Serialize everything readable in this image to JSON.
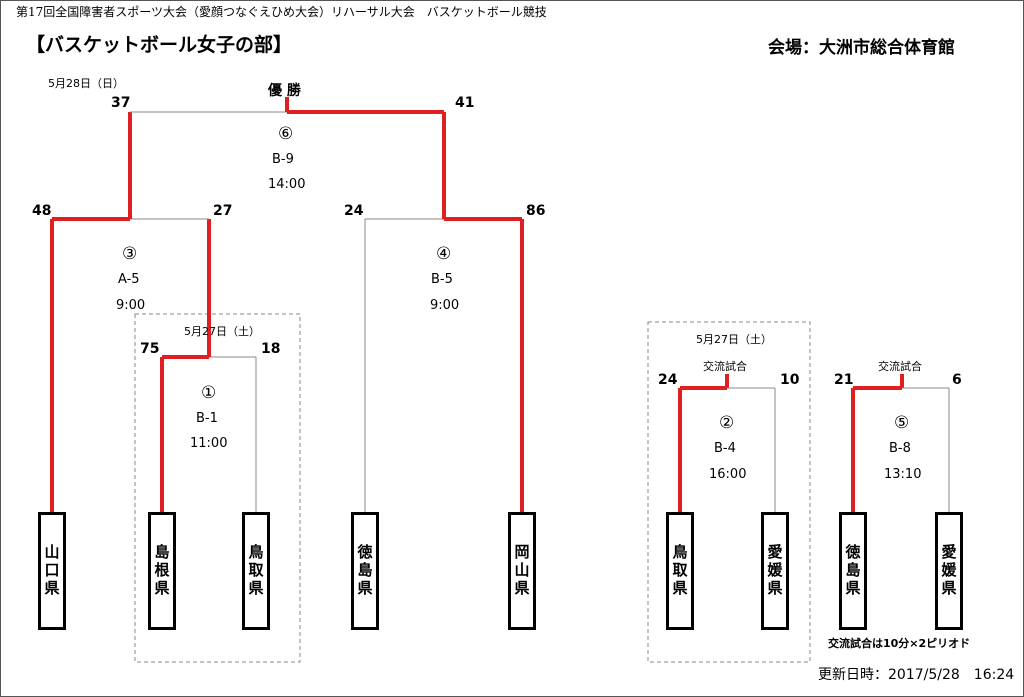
{
  "header": "第17回全国障害者スポーツ大会（愛顔つなぐえひめ大会）リハーサル大会　バスケットボール競技",
  "section_title": "【バスケットボール女子の部】",
  "venue": "会場：大洲市総合体育館",
  "final_label": "優 勝",
  "dates": {
    "day28": "5月28日（日）",
    "day27_main": "5月27日（土）",
    "day27_exchange": "5月27日（土）"
  },
  "exchange_label": "交流試合",
  "teams": {
    "yamaguchi": "山口県",
    "shimane": "島根県",
    "tottori_main": "鳥取県",
    "tokushima_main": "徳島県",
    "okayama": "岡山県",
    "tottori_ex": "鳥取県",
    "ehime_ex1": "愛媛県",
    "tokushima_ex": "徳島県",
    "ehime_ex2": "愛媛県"
  },
  "games": {
    "g1": {
      "num": "①",
      "code": "B-1",
      "time": "11:00",
      "score_left": "75",
      "score_right": "18"
    },
    "g2": {
      "num": "②",
      "code": "B-4",
      "time": "16:00",
      "score_left": "24",
      "score_right": "10"
    },
    "g3": {
      "num": "③",
      "code": "A-5",
      "time": "9:00",
      "score_left": "48",
      "score_right": "27"
    },
    "g4": {
      "num": "④",
      "code": "B-5",
      "time": "9:00",
      "score_left": "24",
      "score_right": "86"
    },
    "g5": {
      "num": "⑤",
      "code": "B-8",
      "time": "13:10",
      "score_left": "21",
      "score_right": "6"
    },
    "g6": {
      "num": "⑥",
      "code": "B-9",
      "time": "14:00",
      "score_left": "37",
      "score_right": "41"
    }
  },
  "note": "交流試合は10分×2ピリオド",
  "updated": "更新日時：2017/5/28　16:24",
  "colors": {
    "winner_line": "#e02020",
    "normal_line": "#888888",
    "dashed_box": "#888888"
  }
}
